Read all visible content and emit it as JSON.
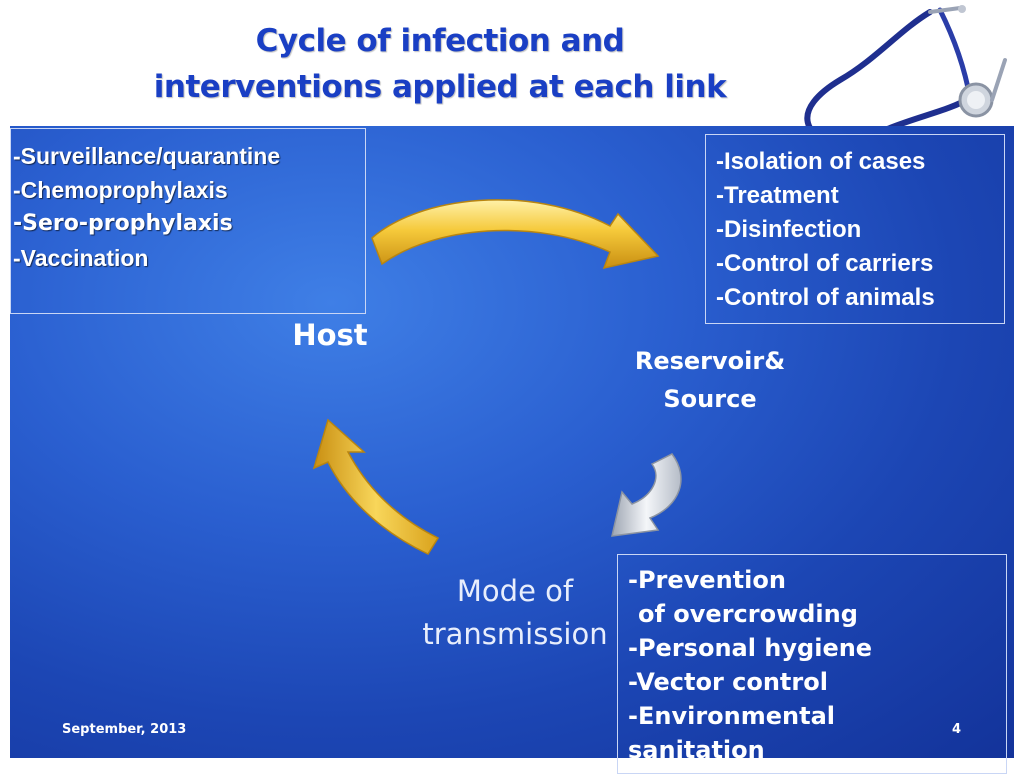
{
  "title": {
    "line1": "Cycle of infection and",
    "line2": "interventions applied at each link"
  },
  "nodes": {
    "host": "Host",
    "reservoir_line1": "Reservoir&",
    "reservoir_line2": "Source",
    "mode_line1": "Mode of",
    "mode_line2": "transmission"
  },
  "host_box": {
    "items": [
      "-Surveillance/quarantine",
      "-Chemoprophylaxis",
      "-Sero-prophylaxis",
      "-Vaccination"
    ]
  },
  "reservoir_box": {
    "items": [
      "-Isolation  of  cases",
      "-Treatment",
      "-Disinfection",
      "-Control of carriers",
      "-Control of animals"
    ]
  },
  "mode_box": {
    "items": [
      "-Prevention",
      " of overcrowding",
      "-Personal hygiene",
      "-Vector control",
      "-Environmental",
      "sanitation"
    ]
  },
  "footer": {
    "date": "September, 2013",
    "page": "4"
  },
  "colors": {
    "title": "#1a3fc4",
    "background": "#1c46b4",
    "arrow_gold": "#f2c230",
    "arrow_silver": "#d9dde3"
  }
}
